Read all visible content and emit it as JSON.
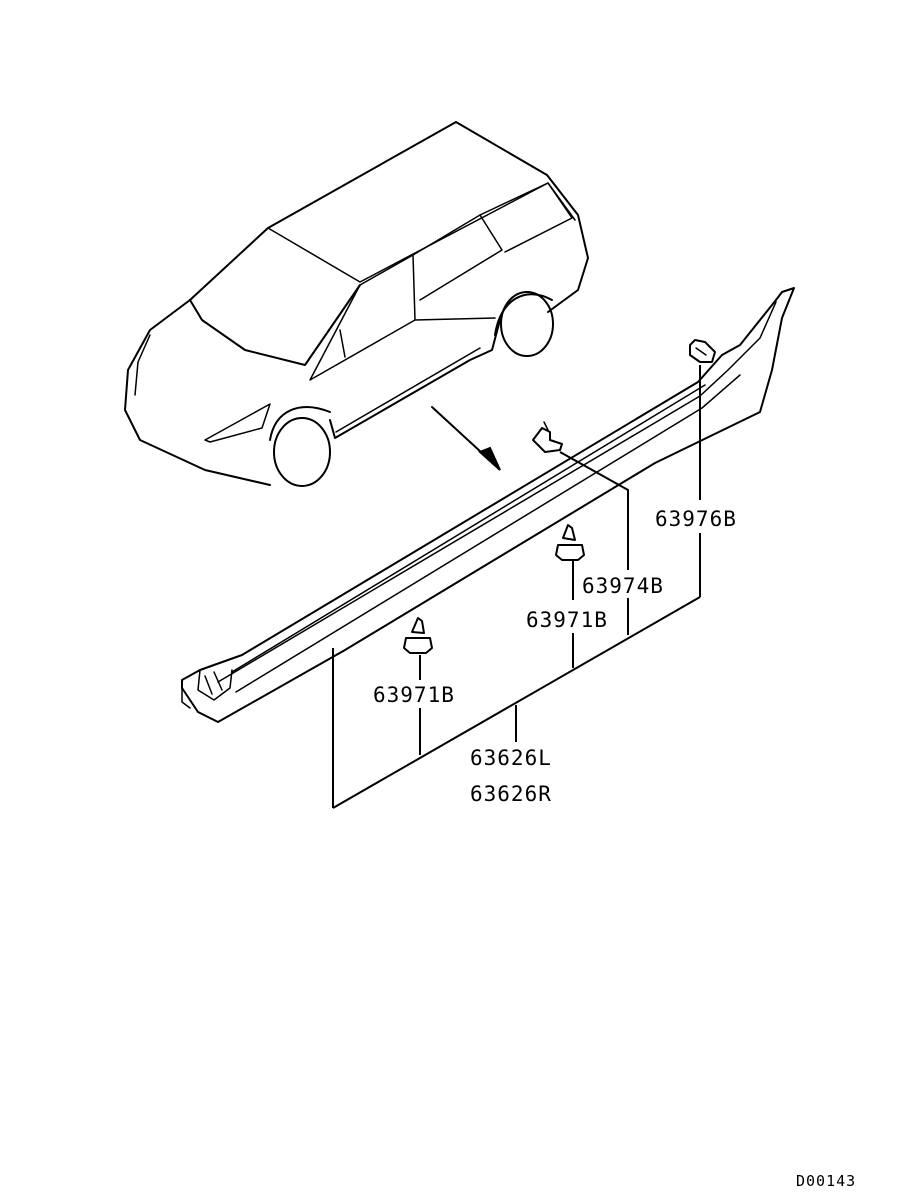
{
  "diagram": {
    "callouts": {
      "clip_upper": "63976B",
      "clip_middle": "63974B",
      "screw_right": "63971B",
      "screw_left": "63971B",
      "garnish_left": "63626L",
      "garnish_right": "63626R"
    },
    "reference_code": "D00143"
  }
}
